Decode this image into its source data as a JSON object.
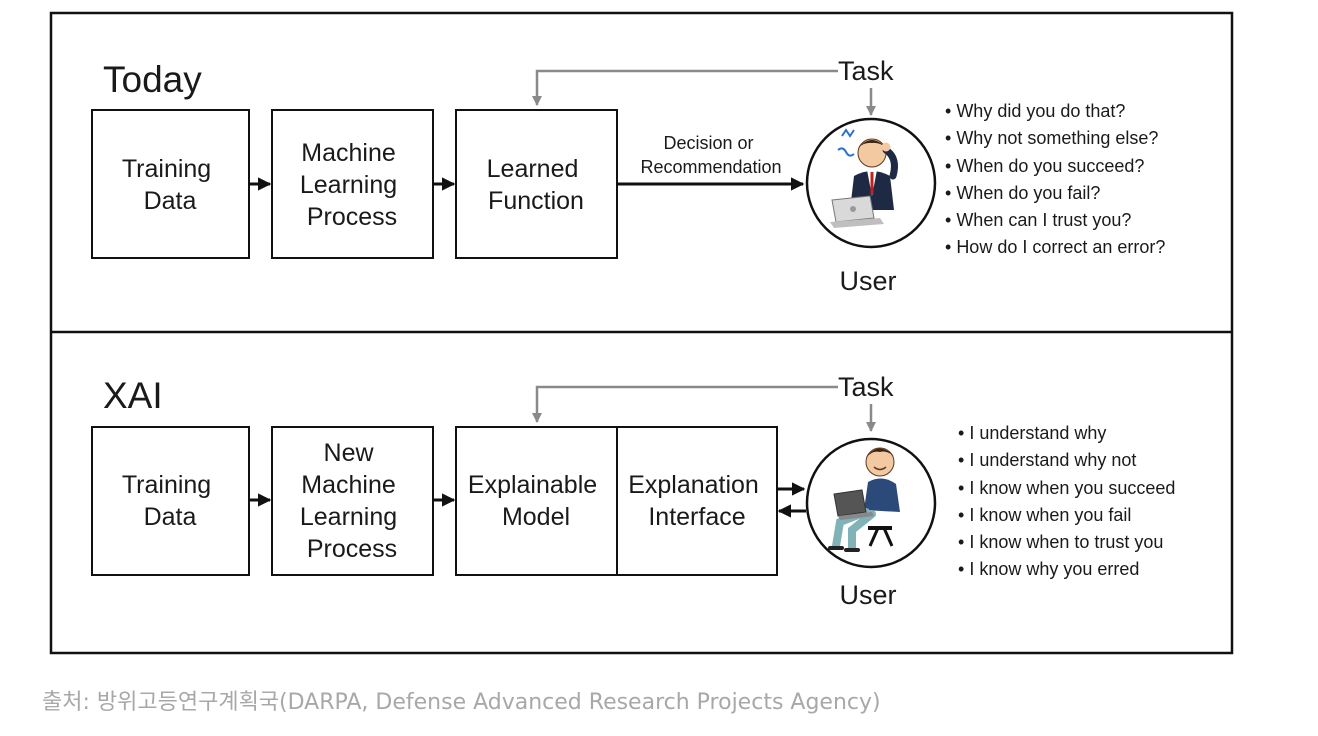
{
  "today": {
    "title": "Today",
    "task": "Task",
    "boxes": [
      [
        "Training",
        "Data"
      ],
      [
        "Machine",
        "Learning",
        "Process"
      ],
      [
        "Learned",
        "Function"
      ]
    ],
    "decision": [
      "Decision or",
      "Recommendation"
    ],
    "user": "User",
    "questions": [
      "Why did you do that?",
      "Why not something else?",
      "When do you succeed?",
      "When do you fail?",
      "When can I trust you?",
      "How do I correct an error?"
    ]
  },
  "xai": {
    "title": "XAI",
    "task": "Task",
    "boxes": [
      [
        "Training",
        "Data"
      ],
      [
        "New",
        "Machine",
        "Learning",
        "Process"
      ],
      [
        "Explainable",
        "Model"
      ],
      [
        "Explanation",
        "Interface"
      ]
    ],
    "user": "User",
    "statements": [
      "I understand why",
      "I understand why not",
      "I know when you succeed",
      "I know when you fail",
      "I know when to trust you",
      "I know why you erred"
    ]
  },
  "caption": "출처:  방위고등연구계획국(DARPA, Defense Advanced Research Projects Agency)",
  "icons": {
    "today_user": "confused-user-icon",
    "xai_user": "happy-user-icon"
  },
  "colors": {
    "frame": "#111111",
    "feedback_arrow": "#8a8a8a",
    "caption": "#a8a8a8"
  }
}
